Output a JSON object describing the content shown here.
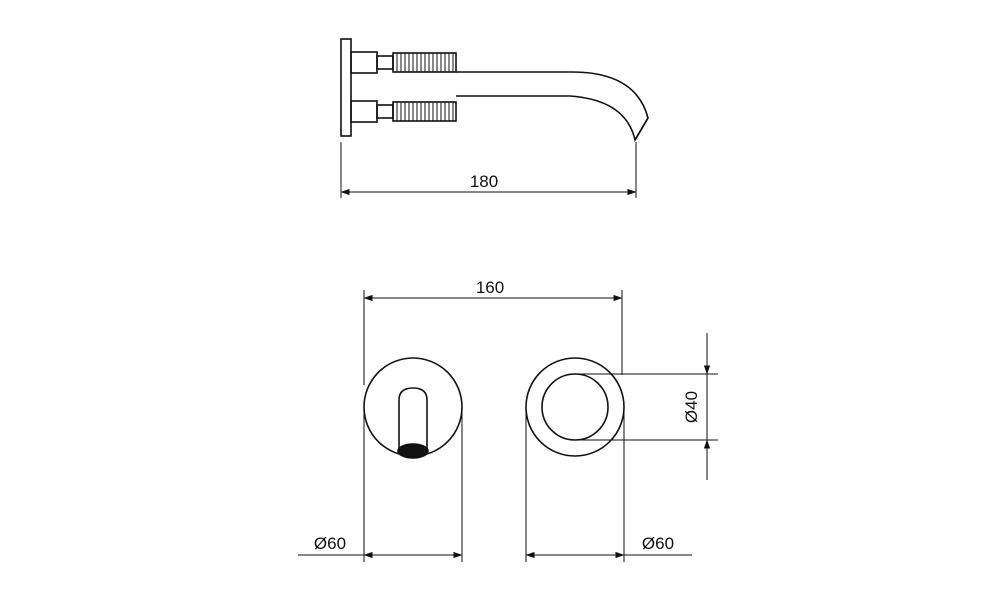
{
  "labels": {
    "side_length": "180",
    "center_distance": "160",
    "spout_diameter": "Ø60",
    "handle_diameter": "Ø60",
    "handle_inner_diameter": "Ø40"
  }
}
